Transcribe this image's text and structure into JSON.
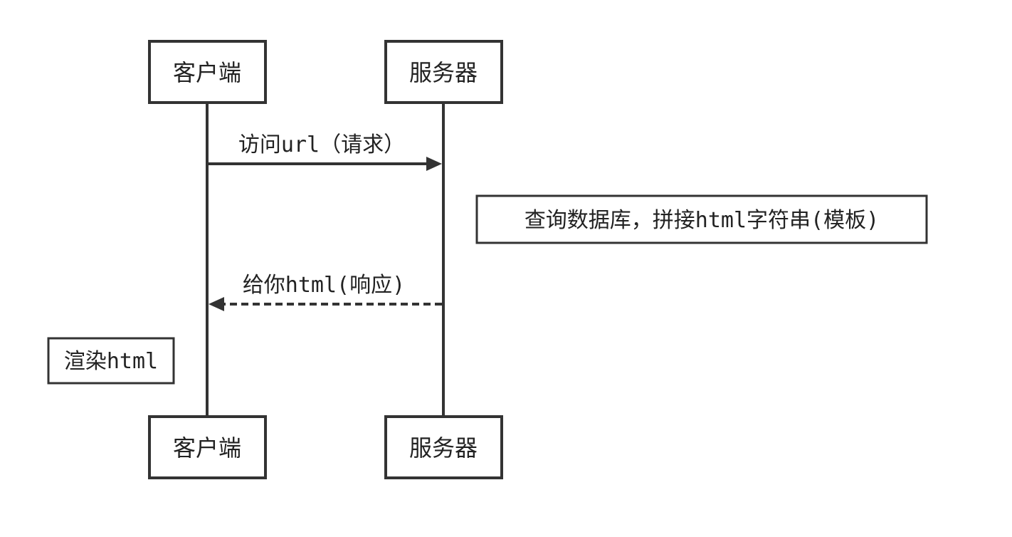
{
  "participants": [
    {
      "id": "client",
      "label": "客户端"
    },
    {
      "id": "server",
      "label": "服务器"
    }
  ],
  "messages": [
    {
      "from": "client",
      "to": "server",
      "label": "访问url（请求）",
      "style": "solid"
    },
    {
      "from": "server",
      "to": "client",
      "label": "给你html(响应)",
      "style": "dashed"
    }
  ],
  "notes": [
    {
      "near": "server",
      "label": "查询数据库，拼接html字符串(模板)"
    },
    {
      "near": "client",
      "label": "渲染html"
    }
  ],
  "colors": {
    "stroke": "#333333",
    "text": "#222222",
    "background": "#ffffff"
  }
}
